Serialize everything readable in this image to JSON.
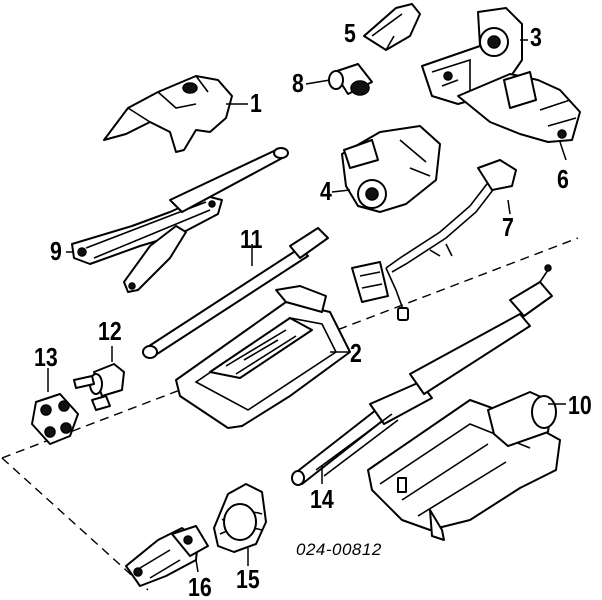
{
  "diagram_code": "024-00812",
  "callouts": {
    "n1": "1",
    "n2": "2",
    "n3": "3",
    "n4": "4",
    "n5": "5",
    "n6": "6",
    "n7": "7",
    "n8": "8",
    "n9": "9",
    "n10": "10",
    "n11": "11",
    "n12": "12",
    "n13": "13",
    "n14": "14",
    "n15": "15",
    "n16": "16"
  }
}
